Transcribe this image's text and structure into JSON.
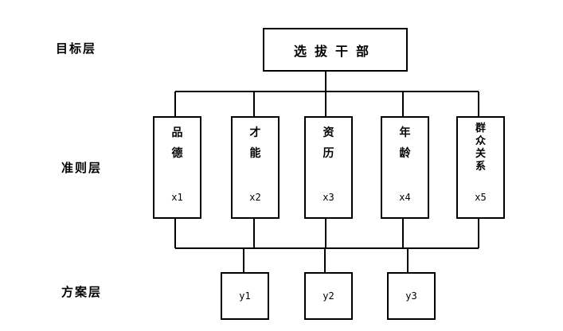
{
  "levels": {
    "goal": "目标层",
    "criteria": "准则层",
    "alternatives": "方案层"
  },
  "goal": "选拔干部",
  "criteria": [
    {
      "chars": [
        "品",
        "德"
      ],
      "var": "x1"
    },
    {
      "chars": [
        "才",
        "能"
      ],
      "var": "x2"
    },
    {
      "chars": [
        "资",
        "历"
      ],
      "var": "x3"
    },
    {
      "chars": [
        "年",
        "龄"
      ],
      "var": "x4"
    },
    {
      "chars": [
        "群众关系"
      ],
      "var": "x5"
    }
  ],
  "alternatives": [
    "y1",
    "y2",
    "y3"
  ]
}
